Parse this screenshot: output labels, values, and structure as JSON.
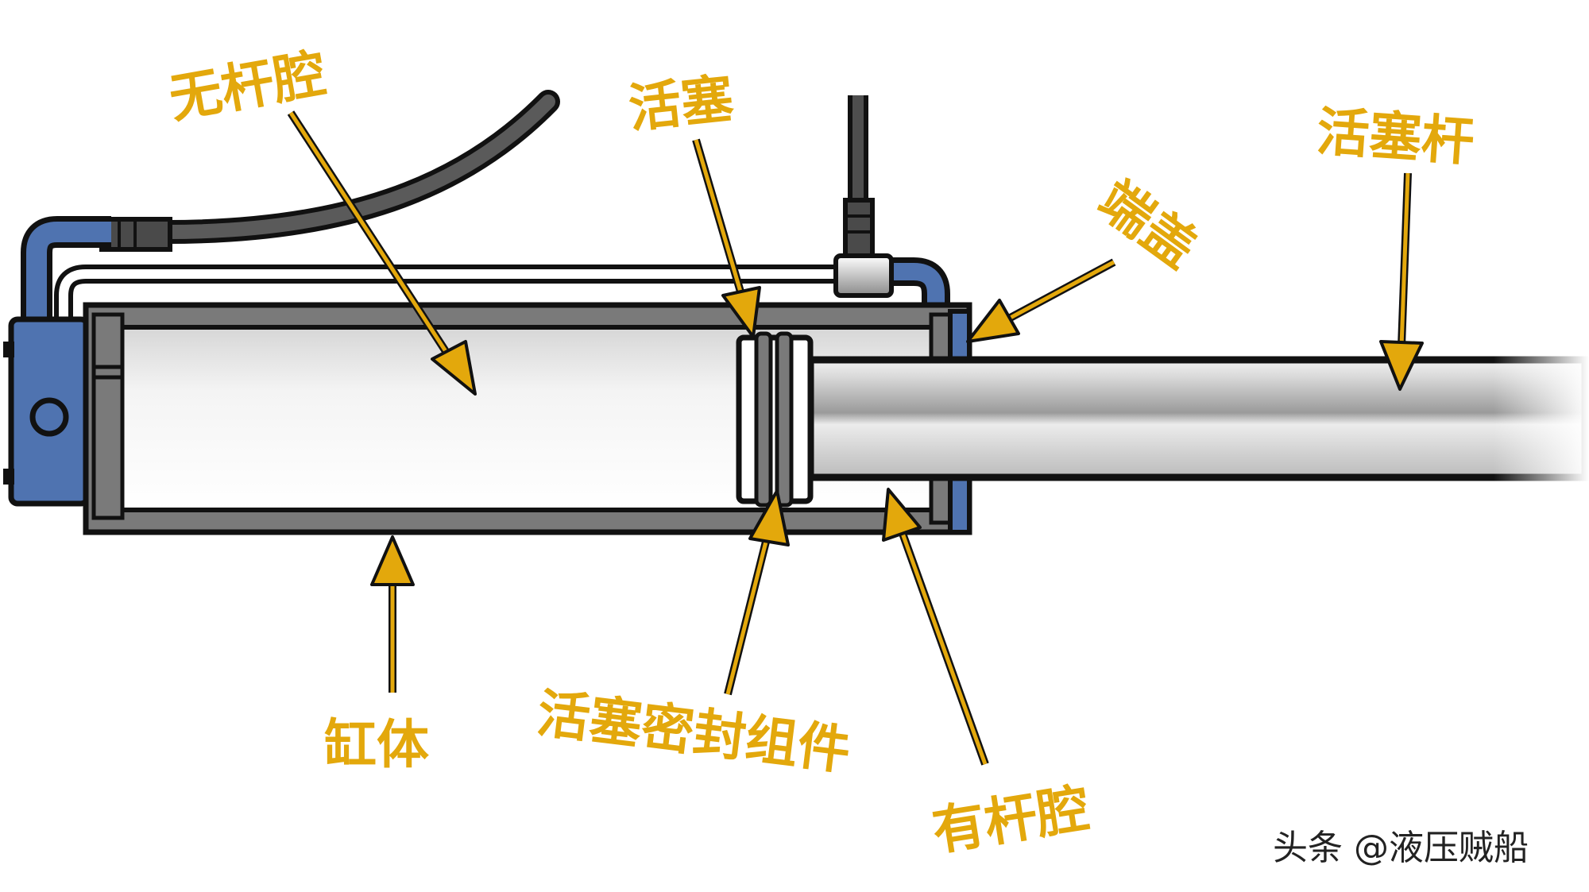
{
  "labels": {
    "rodless_chamber": "无杆腔",
    "piston": "活塞",
    "piston_rod": "活塞杆",
    "end_cap": "端盖",
    "cylinder_body": "缸体",
    "piston_seal_assembly": "活塞密封组件",
    "rod_chamber": "有杆腔"
  },
  "watermark": "头条 @液压贼船",
  "colors": {
    "label": "#E3A80C",
    "end_cap_blue": "#4F73B0",
    "cylinder_gray": "#7A7A7A",
    "outline": "#111111"
  }
}
